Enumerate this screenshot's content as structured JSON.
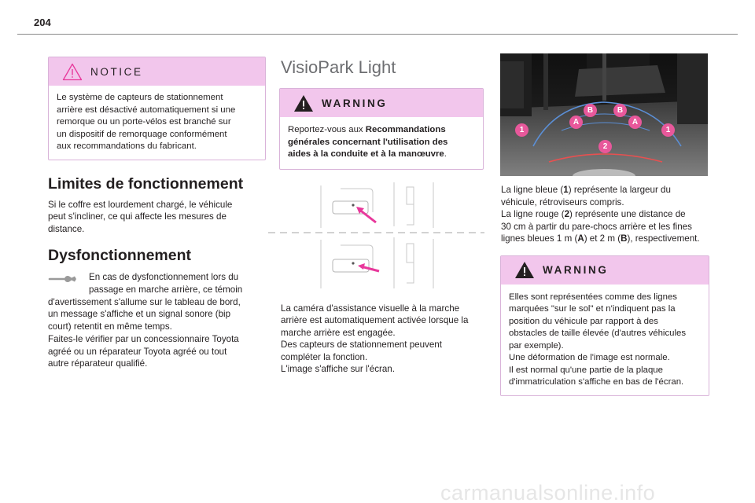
{
  "page": {
    "number": "204"
  },
  "notice": {
    "title": "NOTICE",
    "lines": [
      "Le système de capteurs de stationnement",
      "arrière est désactivé automatiquement si une",
      "remorque ou un porte-vélos est branché sur",
      "un dispositif de remorquage conformément",
      "aux recommandations du fabricant."
    ]
  },
  "limits": {
    "heading": "Limites de fonctionnement",
    "lines": [
      "Si le coffre est lourdement chargé, le véhicule",
      "peut s'incliner, ce qui affecte les mesures de",
      "distance."
    ]
  },
  "malfunction": {
    "heading": "Dysfonctionnement",
    "icon": "wrench-icon",
    "indented_lines": [
      "En cas de dysfonctionnement lors du",
      "passage en marche arrière, ce témoin"
    ],
    "lines": [
      "d'avertissement s'allume sur le tableau de bord,",
      "un message s'affiche et un signal sonore (bip",
      "court) retentit en même temps.",
      "Faites-le vérifier par un concessionnaire Toyota",
      "agréé ou un réparateur Toyota agréé ou tout",
      "autre réparateur qualifié."
    ]
  },
  "visiopark": {
    "heading": "VisioPark Light",
    "warning1": {
      "title": "WARNING",
      "intro": "Reportez-vous aux ",
      "bold1": "Recommandations",
      "bold2": "générales concernant l'utilisation des",
      "bold3": "aides à la conduite et à la manœuvre",
      "end": "."
    },
    "body_lines": [
      "La caméra d'assistance visuelle à la marche",
      "arrière est automatiquement activée lorsque la",
      "marche arrière est engagée.",
      "Des capteurs de stationnement peuvent",
      "compléter la fonction.",
      "L'image s'affiche sur l'écran."
    ]
  },
  "camera": {
    "markers": {
      "one": "1",
      "two": "2",
      "a": "A",
      "b": "B"
    },
    "colors": {
      "marker_blue": "#5b8fd6",
      "marker_pink": "#e8589b"
    },
    "desc": {
      "l1_a": "La ligne bleue (",
      "l1_b": "1",
      "l1_c": ") représente la largeur du",
      "l2": "véhicule, rétroviseurs compris.",
      "l3_a": "La ligne rouge (",
      "l3_b": "2",
      "l3_c": ") représente une distance de",
      "l4": "30 cm à partir du pare-chocs arrière et les fines",
      "l5_a": "lignes bleues 1 m (",
      "l5_b": "A",
      "l5_c": ") et 2 m (",
      "l5_d": "B",
      "l5_e": "), respectivement."
    },
    "warning2": {
      "title": "WARNING",
      "lines": [
        "Elles sont représentées comme des lignes",
        "marquées \"sur le sol\" et n'indiquent pas la",
        "position du véhicule par rapport à des",
        "obstacles de taille élevée (d'autres véhicules",
        "par exemple).",
        "Une déformation de l'image est normale.",
        "Il est normal qu'une partie de la plaque",
        "d'immatriculation s'affiche en bas de l'écran."
      ]
    }
  },
  "watermark": "carmanualsonline.info",
  "theme": {
    "warning_bg": "#f2c6ec",
    "warning_border": "#d9b3d9",
    "arrow": "#e8389b"
  }
}
